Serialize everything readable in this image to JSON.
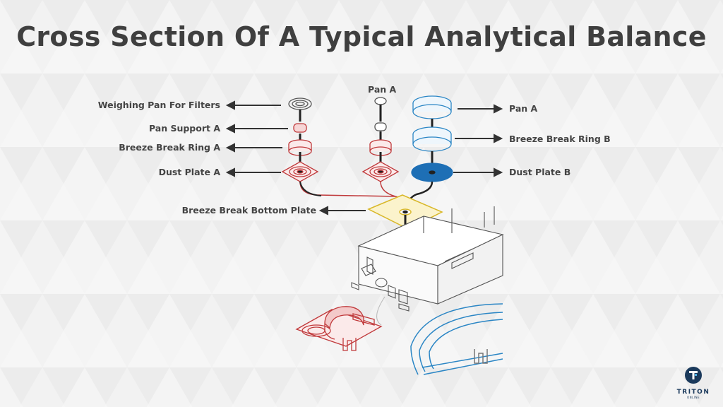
{
  "title": "Cross Section Of A Typical Analytical Balance",
  "labels_left": {
    "weighing_pan_filters": "Weighing Pan For Filters",
    "pan_support_a": "Pan Support A",
    "breeze_break_ring_a": "Breeze Break Ring A",
    "dust_plate_a": "Dust Plate A",
    "breeze_break_bottom_plate": "Breeze Break Bottom Plate"
  },
  "labels_top": {
    "pan_a": "Pan A"
  },
  "labels_right": {
    "pan_a": "Pan A",
    "breeze_break_ring_b": "Breeze Break Ring B",
    "dust_plate_b": "Dust Plate B"
  },
  "logo": {
    "name": "TRITON",
    "tagline": "ONLINE"
  },
  "colors": {
    "title": "#3f3f3f",
    "red_parts": "#c0393b",
    "blue_parts": "#2b86c5",
    "yellow_plate": "#e2c23a",
    "logo": "#1b3a5c"
  }
}
